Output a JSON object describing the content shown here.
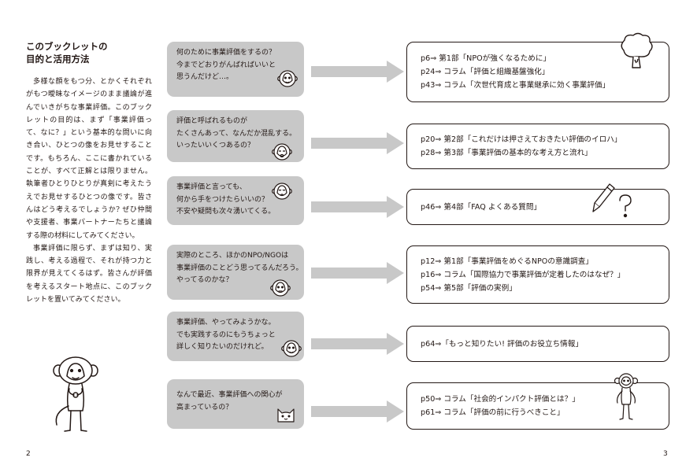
{
  "heading": {
    "line1": "このブックレットの",
    "line2": "目的と活用方法"
  },
  "intro": {
    "paragraphs": [
      "多様な顔をもつ分、とかくそれぞれがもつ曖昧なイメージのまま議論が進んでいきがちな事業評価。このブックレットの目的は、まず「事業評価って、なに？」という基本的な問いに向き合い、ひとつの像をお見せすることです。もちろん、ここに書かれていることが、すべて正解とは限りません。執筆者ひとりひとりが真剣に考えたうえでお見せするひとつの像です。皆さんはどう考えるでしょうか? ぜひ仲間や支援者、事業パートナーたちと議論する際の材料にしてみてください。",
      "事業評価に限らず、まずは知り、実践し、考える過程で、それが持つ力と限界が見えてくるはず。皆さんが評価を考えるスタート地点に、このブックレットを置いてみてください。"
    ]
  },
  "rows": [
    {
      "question": [
        "何のために事業評価をするの？",
        "今までどおりがんばればいいと",
        "思うんだけど…。"
      ],
      "answers": [
        "p6⇒ 第1部「NPOが強くなるために」",
        "p24⇒ コラム「評価と組織基盤強化」",
        "p43⇒ コラム「次世代育成と事業継承に効く事業評価」"
      ]
    },
    {
      "question": [
        "評価と呼ばれるものが",
        "たくさんあって、なんだか混乱する。",
        "いったいいくつあるの？"
      ],
      "answers": [
        "p20⇒ 第2部「これだけは押さえておきたい評価のイロハ」",
        "p28⇒ 第3部「事業評価の基本的な考え方と流れ」"
      ]
    },
    {
      "question": [
        "事業評価と言っても、",
        "何から手をつけたらいいの？",
        "不安や疑問も次々湧いてくる。"
      ],
      "answers": [
        "p46⇒ 第4部「FAQ よくある質問」"
      ]
    },
    {
      "question": [
        "実際のところ、ほかのNPO/NGOは",
        "事業評価のことどう思ってるんだろう。",
        "やってるのかな？"
      ],
      "answers": [
        "p12⇒ 第1部「事業評価をめぐるNPOの意識調査」",
        "p16⇒ コラム「国際協力で事業評価が定着したのはなぜ？」",
        "p54⇒ 第5部「評価の実例」"
      ]
    },
    {
      "question": [
        "事業評価、やってみようかな。",
        "でも実践するのにもうちょっと",
        "詳しく知りたいのだけれど。"
      ],
      "answers": [
        "p64⇒「もっと知りたい! 評価のお役立ち情報」"
      ]
    },
    {
      "question": [
        "なんで最近、事業評価への関心が",
        "高まっているの？"
      ],
      "answers": [
        "p50⇒ コラム「社会的インパクト評価とは？」",
        "p61⇒ コラム「評価の前に行うべきこと」"
      ]
    }
  ],
  "page_numbers": {
    "left": "2",
    "right": "3"
  },
  "colors": {
    "bubble": "#c8c8c8",
    "arrow": "#c8c8c8",
    "ink": "#231815"
  },
  "icons": [
    "monkey-face-icon",
    "cat-face-icon",
    "tree-icon",
    "pencil-icon",
    "question-mark-icon",
    "monkey-standing-icon"
  ]
}
